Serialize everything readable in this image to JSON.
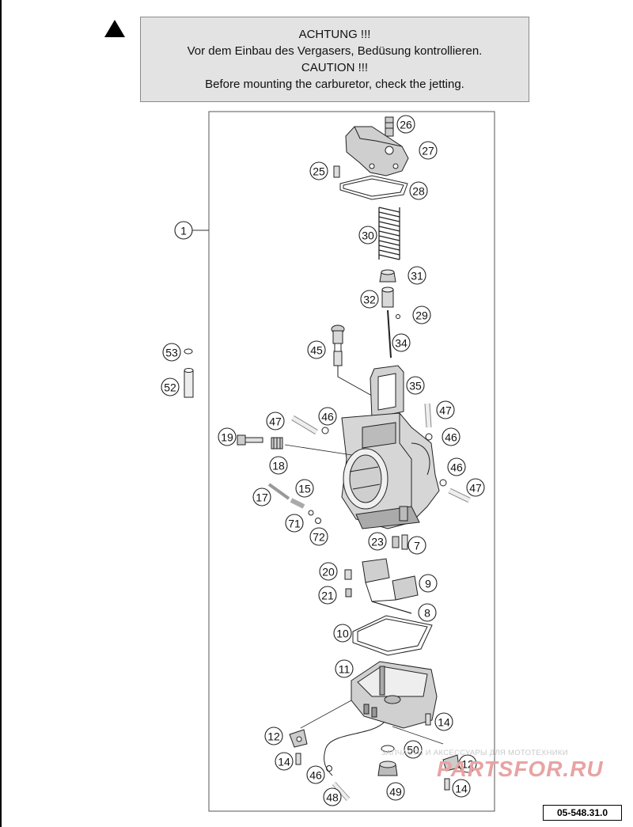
{
  "warning": {
    "line1": "ACHTUNG !!!",
    "line2": "Vor dem Einbau des Vergasers, Bedüsung kontrollieren.",
    "line3": "CAUTION !!!",
    "line4": "Before mounting the carburetor, check the jetting."
  },
  "callouts": [
    "1",
    "26",
    "27",
    "25",
    "28",
    "30",
    "31",
    "32",
    "29",
    "34",
    "45",
    "53",
    "52",
    "35",
    "47",
    "46",
    "19",
    "18",
    "47",
    "46",
    "46",
    "47",
    "17",
    "15",
    "71",
    "72",
    "23",
    "7",
    "20",
    "9",
    "21",
    "8",
    "10",
    "11",
    "12",
    "14",
    "14",
    "50",
    "12",
    "46",
    "49",
    "14",
    "48"
  ],
  "watermark": {
    "top_text": "ЗАПЧАСТИ И АКСЕССУАРЫ ДЛЯ МОТОТЕХНИКИ",
    "main_text": "PARTSFOR.RU"
  },
  "diagram_code": "05-548.31.0"
}
